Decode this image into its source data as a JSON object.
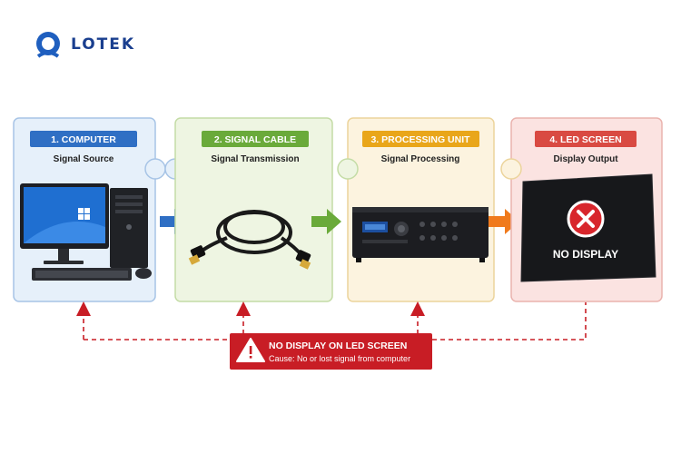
{
  "brand": {
    "name": "LOTEK"
  },
  "steps": [
    {
      "badge": "1. COMPUTER",
      "subtitle": "Signal Source",
      "color": "#2f6fc4",
      "fill": "#e6f0fa",
      "stroke": "#a7c4e6"
    },
    {
      "badge": "2. SIGNAL CABLE",
      "subtitle": "Signal Transmission",
      "color": "#6aaa3a",
      "fill": "#eef5e2",
      "stroke": "#c4dca6"
    },
    {
      "badge": "3. PROCESSING UNIT",
      "subtitle": "Signal Processing",
      "color": "#e9a61a",
      "fill": "#fcf3df",
      "stroke": "#ecd49c"
    },
    {
      "badge": "4. LED SCREEN",
      "subtitle": "Display Output",
      "color": "#d94a42",
      "fill": "#fbe3e1",
      "stroke": "#eab3ae"
    }
  ],
  "screen": {
    "message": "NO DISPLAY"
  },
  "alert": {
    "title": "NO DISPLAY ON LED SCREEN",
    "cause": "Cause: No or lost signal from computer",
    "color": "#c81d25"
  },
  "icons": [
    "logo-icon",
    "computer-icon",
    "hdmi-cable-icon",
    "processor-icon",
    "led-panel-icon",
    "error-x-icon",
    "warning-icon"
  ]
}
